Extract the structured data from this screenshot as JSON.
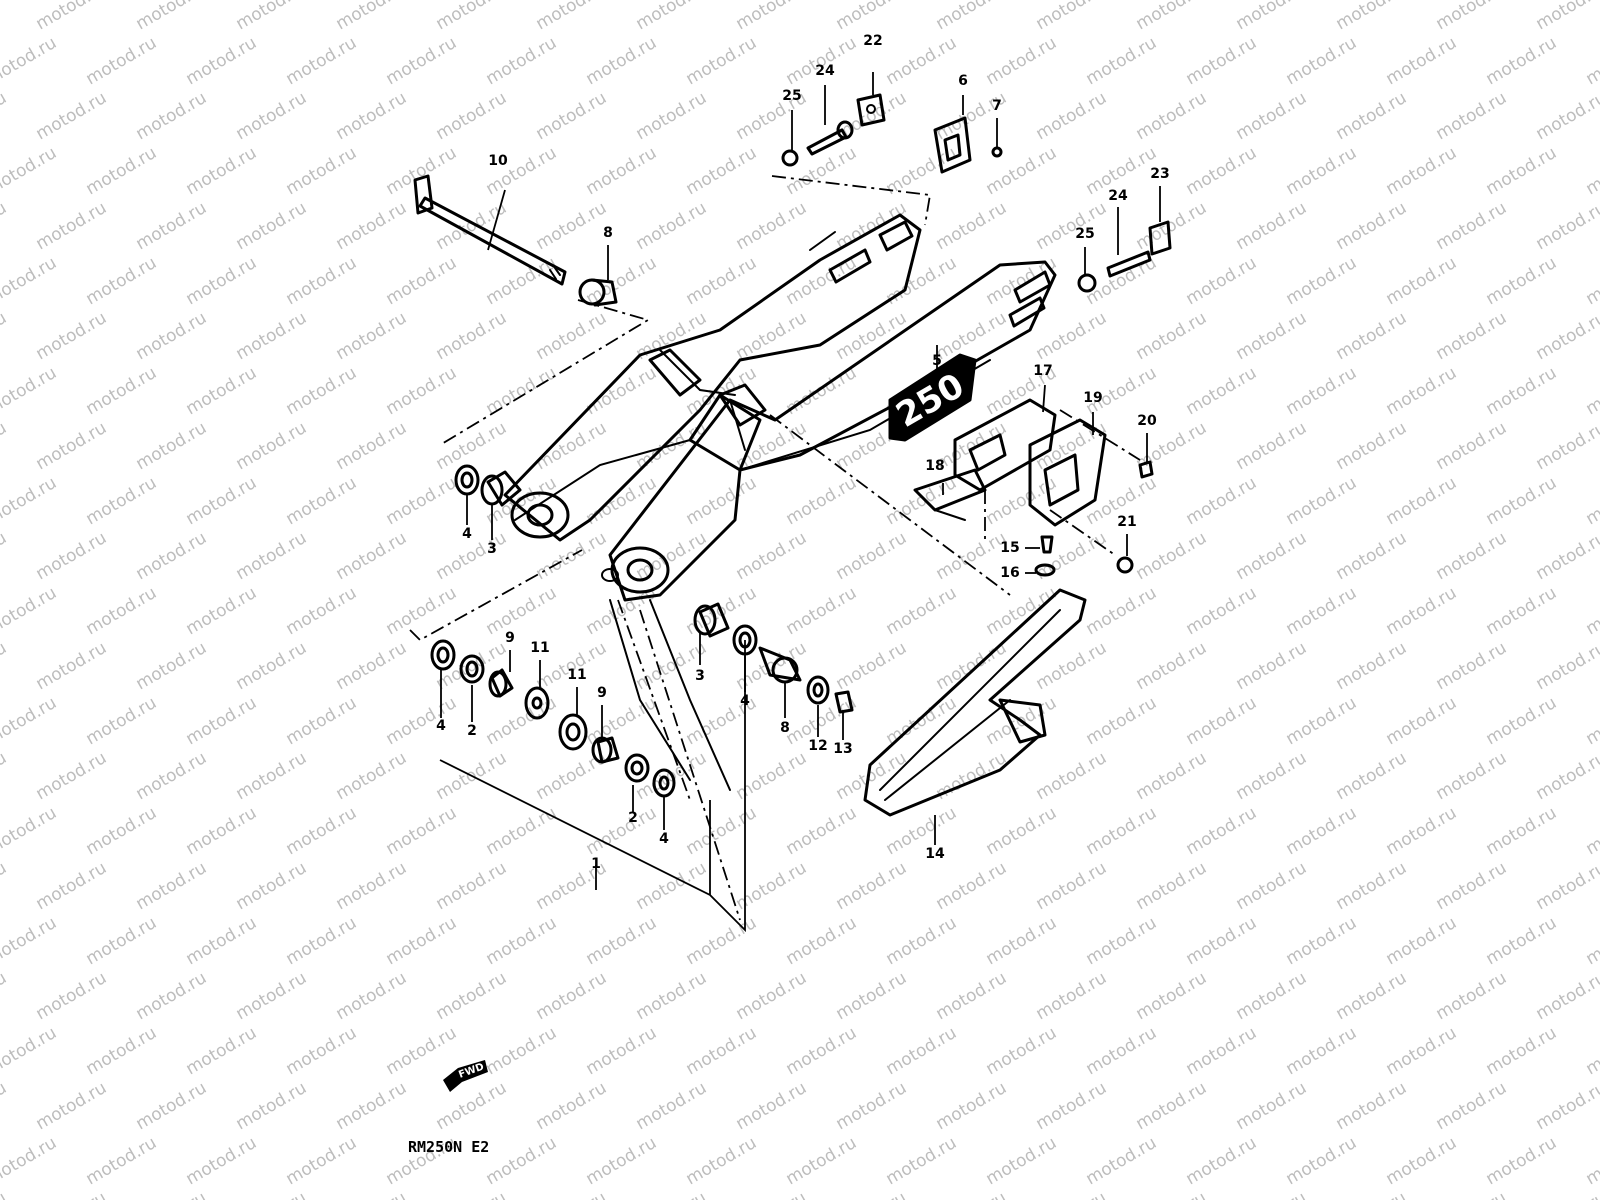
{
  "watermark": "motod.ru",
  "model_label": "RM250N E2",
  "badge_text": "250",
  "fwd_arrow_label": "FWD",
  "callouts": [
    {
      "id": "c1",
      "text": "1"
    },
    {
      "id": "c2a",
      "text": "2"
    },
    {
      "id": "c2b",
      "text": "2"
    },
    {
      "id": "c3a",
      "text": "3"
    },
    {
      "id": "c3b",
      "text": "3"
    },
    {
      "id": "c4a",
      "text": "4"
    },
    {
      "id": "c4b",
      "text": "4"
    },
    {
      "id": "c4c",
      "text": "4"
    },
    {
      "id": "c4d",
      "text": "4"
    },
    {
      "id": "c5",
      "text": "5"
    },
    {
      "id": "c6",
      "text": "6"
    },
    {
      "id": "c7",
      "text": "7"
    },
    {
      "id": "c8a",
      "text": "8"
    },
    {
      "id": "c8b",
      "text": "8"
    },
    {
      "id": "c9a",
      "text": "9"
    },
    {
      "id": "c9b",
      "text": "9"
    },
    {
      "id": "c10",
      "text": "10"
    },
    {
      "id": "c11a",
      "text": "11"
    },
    {
      "id": "c11b",
      "text": "11"
    },
    {
      "id": "c12",
      "text": "12"
    },
    {
      "id": "c13",
      "text": "13"
    },
    {
      "id": "c14",
      "text": "14"
    },
    {
      "id": "c15",
      "text": "15"
    },
    {
      "id": "c16",
      "text": "16"
    },
    {
      "id": "c17",
      "text": "17"
    },
    {
      "id": "c18",
      "text": "18"
    },
    {
      "id": "c19",
      "text": "19"
    },
    {
      "id": "c20",
      "text": "20"
    },
    {
      "id": "c21",
      "text": "21"
    },
    {
      "id": "c22",
      "text": "22"
    },
    {
      "id": "c23",
      "text": "23"
    },
    {
      "id": "c24a",
      "text": "24"
    },
    {
      "id": "c24b",
      "text": "24"
    },
    {
      "id": "c25a",
      "text": "25"
    },
    {
      "id": "c25b",
      "text": "25"
    }
  ]
}
